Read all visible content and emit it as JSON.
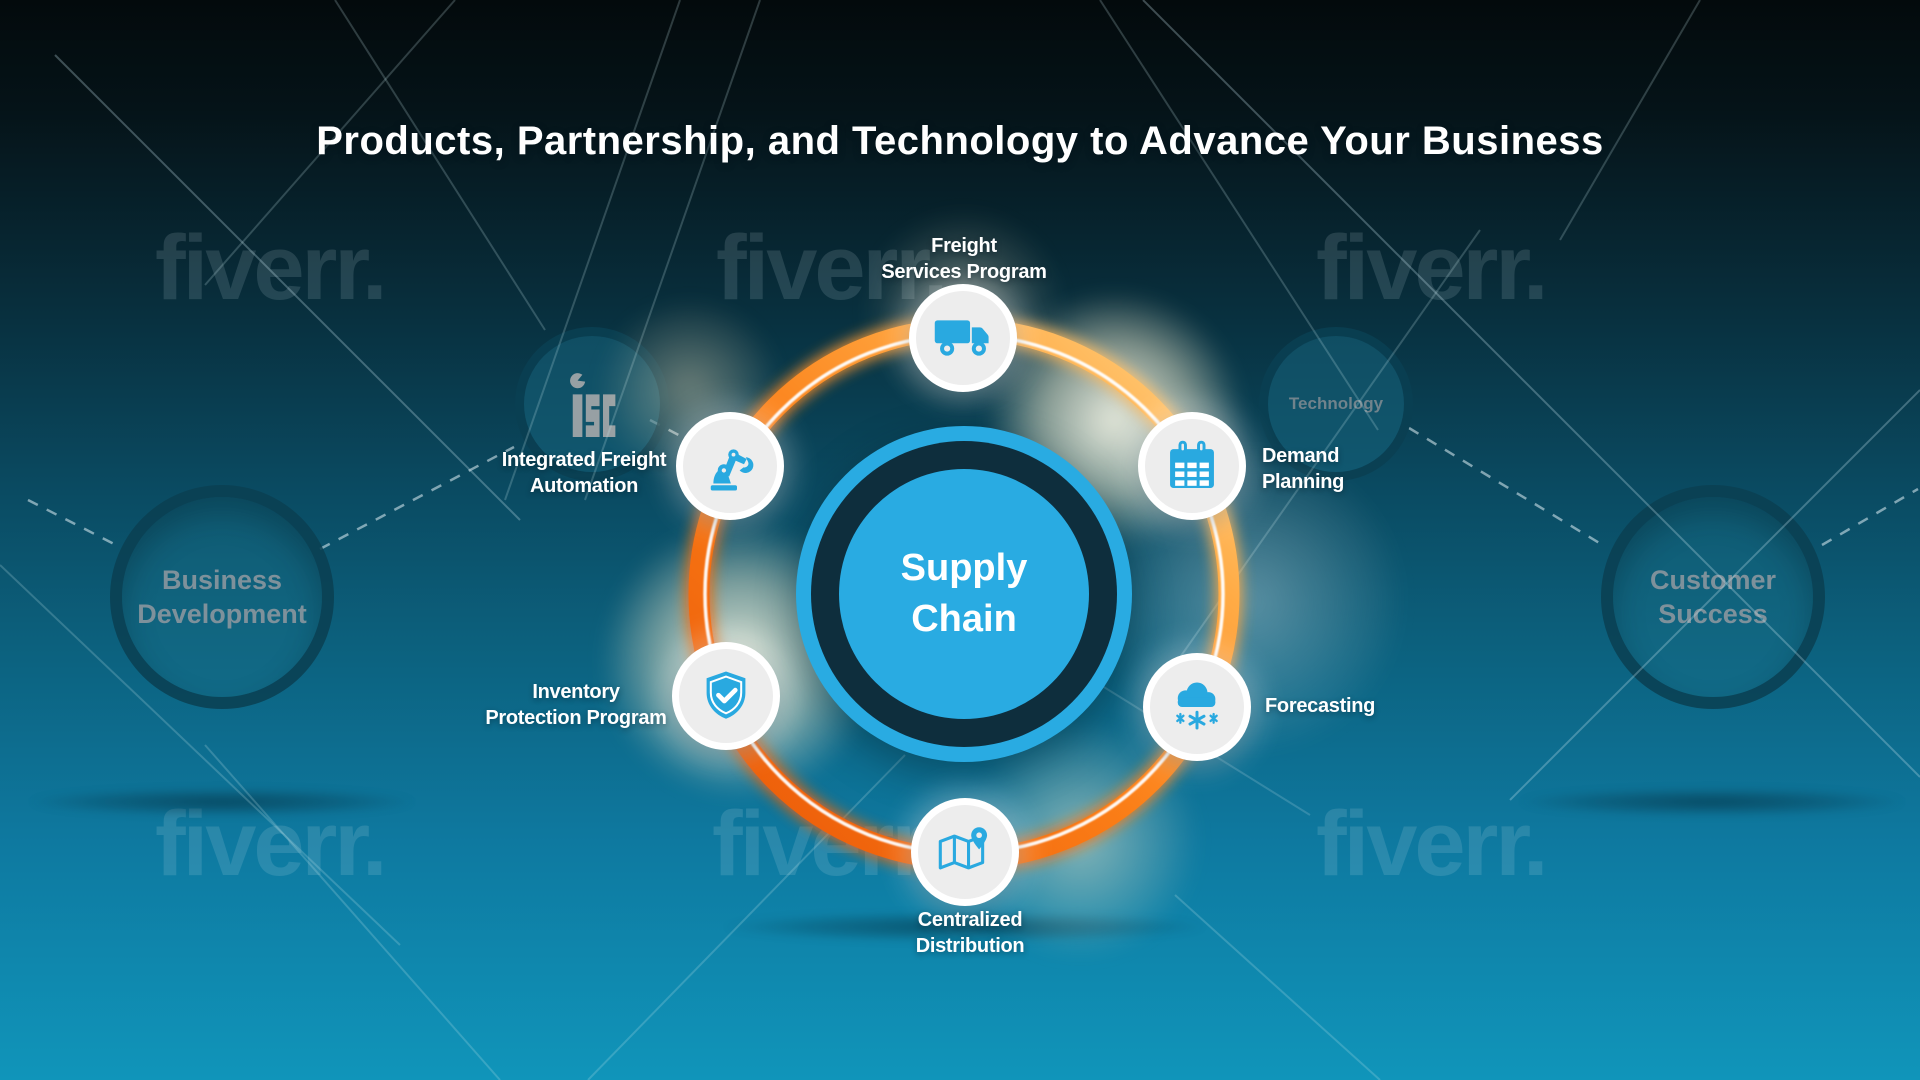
{
  "title": "Products, Partnership, and Technology to Advance Your Business",
  "watermark": "fiverr.",
  "center": {
    "line1": "Supply",
    "line2": "Chain"
  },
  "nodes": [
    {
      "id": "freight-services-program",
      "icon": "truck-icon",
      "line1": "Freight",
      "line2": "Services Program"
    },
    {
      "id": "demand-planning",
      "icon": "calendar-icon",
      "line1": "Demand",
      "line2": "Planning"
    },
    {
      "id": "forecasting",
      "icon": "cloud-snow-icon",
      "line1": "Forecasting",
      "line2": ""
    },
    {
      "id": "centralized-distribution",
      "icon": "map-pin-icon",
      "line1": "Centralized",
      "line2": "Distribution"
    },
    {
      "id": "inventory-protection-program",
      "icon": "shield-check-icon",
      "line1": "Inventory",
      "line2": "Protection Program"
    },
    {
      "id": "integrated-freight-automation",
      "icon": "robot-arm-icon",
      "line1": "Integrated Freight",
      "line2": "Automation"
    }
  ],
  "outer_circles": [
    {
      "id": "business-development",
      "line1": "Business",
      "line2": "Development"
    },
    {
      "id": "customer-success",
      "line1": "Customer",
      "line2": "Success"
    },
    {
      "id": "technology",
      "line1": "Technology"
    },
    {
      "id": "isc-logo-circle",
      "logo_text": "isc"
    }
  ],
  "colors": {
    "accent_blue": "#29abe2",
    "ring_orange": "#fb7e17",
    "ring_orange_deep": "#e95506",
    "ring_highlight": "#ffffff",
    "node_background": "#ededed",
    "dark_ring": "#0e2e3d",
    "gray_label": "#7e919b",
    "background_top": "#030a0c",
    "background_bottom": "#1095ba"
  }
}
